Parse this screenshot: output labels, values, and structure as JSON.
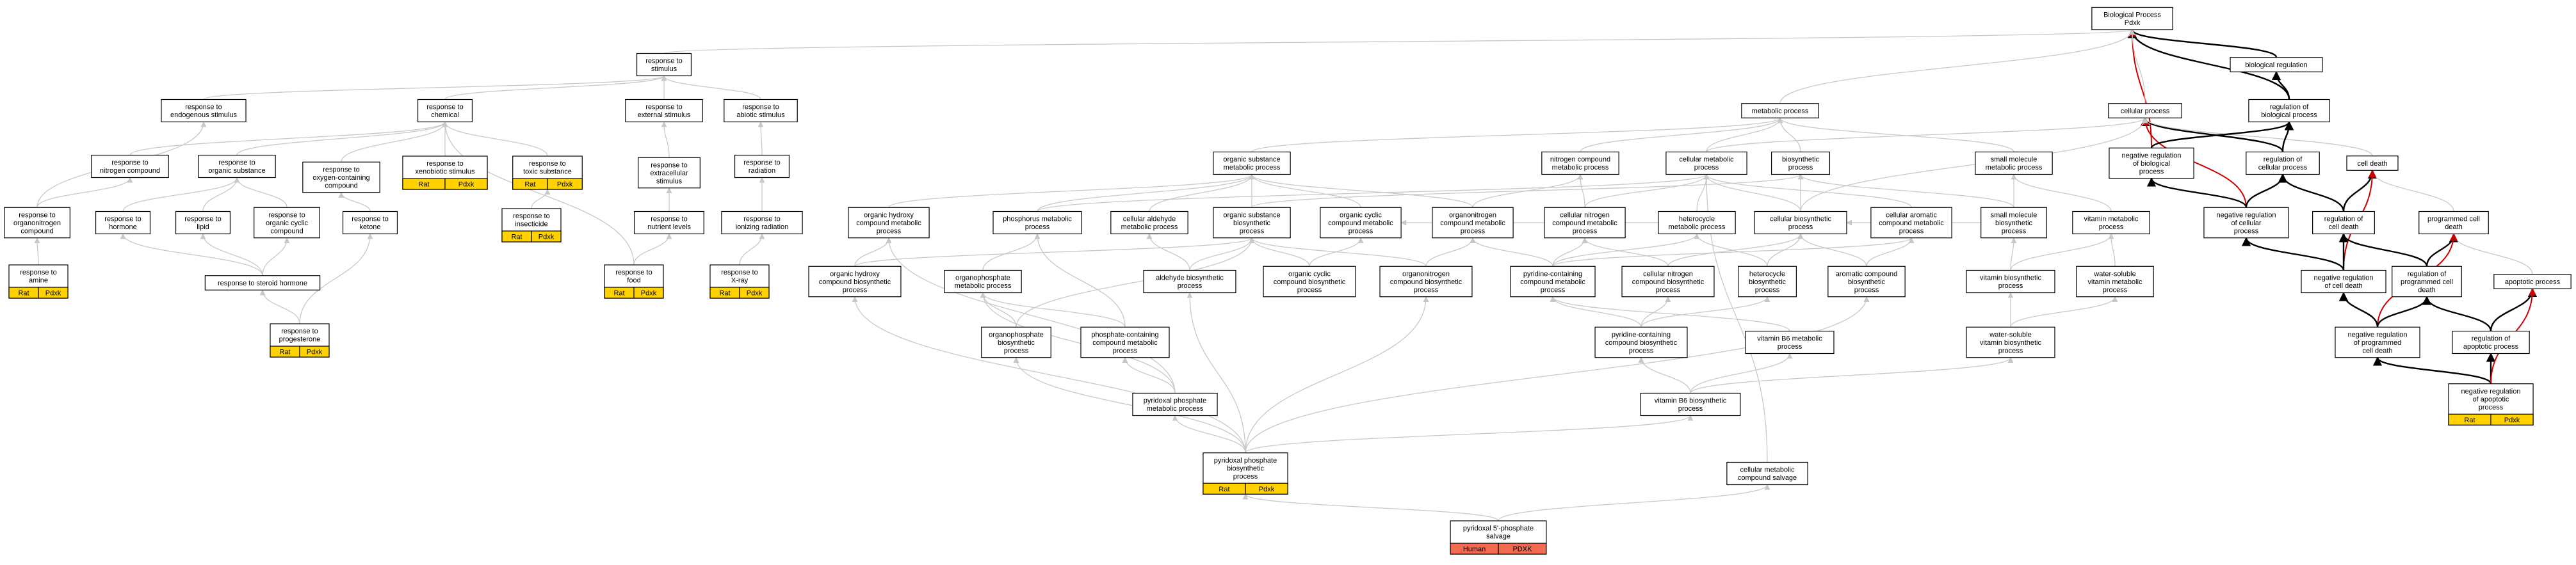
{
  "colors": {
    "border": "#000000",
    "node_fill": "#ffffff",
    "edge_gray": "#c8c8c8",
    "edge_black": "#000000",
    "edge_red": "#cc0000",
    "badge_yellow": "#ffd200",
    "badge_red": "#f26a4f"
  },
  "nodes": [
    {
      "id": "bp",
      "lines": [
        "Biological Process",
        "Pdxk"
      ]
    },
    {
      "id": "biolreg",
      "lines": [
        "biological regulation"
      ]
    },
    {
      "id": "cellproc",
      "lines": [
        "cellular process"
      ]
    },
    {
      "id": "regbio",
      "lines": [
        "regulation of",
        "biological process"
      ]
    },
    {
      "id": "metab",
      "lines": [
        "metabolic process"
      ]
    },
    {
      "id": "resp",
      "lines": [
        "response to",
        "stimulus"
      ]
    },
    {
      "id": "respendo",
      "lines": [
        "response to",
        "endogenous stimulus"
      ]
    },
    {
      "id": "respchem",
      "lines": [
        "response to",
        "chemical"
      ]
    },
    {
      "id": "respext",
      "lines": [
        "response to",
        "external stimulus"
      ]
    },
    {
      "id": "respabio",
      "lines": [
        "response to",
        "abiotic stimulus"
      ]
    },
    {
      "id": "respnitro",
      "lines": [
        "response to",
        "nitrogen compound"
      ]
    },
    {
      "id": "resporgsub",
      "lines": [
        "response to",
        "organic substance"
      ]
    },
    {
      "id": "respoxy",
      "lines": [
        "response to",
        "oxygen-containing",
        "compound"
      ]
    },
    {
      "id": "respxeno",
      "lines": [
        "response to",
        "xenobiotic stimulus"
      ],
      "badges": [
        "Rat",
        "Pdxk"
      ]
    },
    {
      "id": "resptox",
      "lines": [
        "response to",
        "toxic substance"
      ],
      "badges": [
        "Rat",
        "Pdxk"
      ]
    },
    {
      "id": "respextstim",
      "lines": [
        "response to",
        "extracellular",
        "stimulus"
      ]
    },
    {
      "id": "resprad",
      "lines": [
        "response to",
        "radiation"
      ]
    },
    {
      "id": "resporgnitro",
      "lines": [
        "response to",
        "organonitrogen",
        "compound"
      ]
    },
    {
      "id": "resphorm",
      "lines": [
        "response to",
        "hormone"
      ]
    },
    {
      "id": "resplipid",
      "lines": [
        "response to",
        "lipid"
      ]
    },
    {
      "id": "resporgcyc",
      "lines": [
        "response to",
        "organic cyclic",
        "compound"
      ]
    },
    {
      "id": "respket",
      "lines": [
        "response to",
        "ketone"
      ]
    },
    {
      "id": "respinsect",
      "lines": [
        "response to",
        "insecticide"
      ],
      "badges": [
        "Rat",
        "Pdxk"
      ]
    },
    {
      "id": "respnutr",
      "lines": [
        "response to",
        "nutrient levels"
      ]
    },
    {
      "id": "respionrad",
      "lines": [
        "response to",
        "ionizing radiation"
      ]
    },
    {
      "id": "respamine",
      "lines": [
        "response to",
        "amine"
      ],
      "badges": [
        "Rat",
        "Pdxk"
      ]
    },
    {
      "id": "respster",
      "lines": [
        "response to steroid hormone"
      ]
    },
    {
      "id": "respprog",
      "lines": [
        "response to",
        "progesterone"
      ],
      "badges": [
        "Rat",
        "Pdxk"
      ]
    },
    {
      "id": "respfood",
      "lines": [
        "response to",
        "food"
      ],
      "badges": [
        "Rat",
        "Pdxk"
      ]
    },
    {
      "id": "respxray",
      "lines": [
        "response to",
        "X-ray"
      ],
      "badges": [
        "Rat",
        "Pdxk"
      ]
    },
    {
      "id": "orgsubmet",
      "lines": [
        "organic substance",
        "metabolic process"
      ]
    },
    {
      "id": "nitrocompmet",
      "lines": [
        "nitrogen compound",
        "metabolic process"
      ]
    },
    {
      "id": "cellmet",
      "lines": [
        "cellular metabolic",
        "process"
      ]
    },
    {
      "id": "biosyn",
      "lines": [
        "biosynthetic",
        "process"
      ]
    },
    {
      "id": "smallmol",
      "lines": [
        "small molecule",
        "metabolic process"
      ]
    },
    {
      "id": "neghbio",
      "lines": [
        "negative regulation",
        "of biological",
        "process"
      ]
    },
    {
      "id": "regcell",
      "lines": [
        "regulation of",
        "cellular process"
      ]
    },
    {
      "id": "celldeath",
      "lines": [
        "cell death"
      ]
    },
    {
      "id": "orghydmet",
      "lines": [
        "organic hydroxy",
        "compound metabolic",
        "process"
      ]
    },
    {
      "id": "phosmet",
      "lines": [
        "phosphorus metabolic",
        "process"
      ]
    },
    {
      "id": "cellald",
      "lines": [
        "cellular aldehyde",
        "metabolic process"
      ]
    },
    {
      "id": "orgsubbio",
      "lines": [
        "organic substance",
        "biosynthetic",
        "process"
      ]
    },
    {
      "id": "orgcycmet",
      "lines": [
        "organic cyclic",
        "compound metabolic",
        "process"
      ]
    },
    {
      "id": "organonitmet",
      "lines": [
        "organonitrogen",
        "compound metabolic",
        "process"
      ]
    },
    {
      "id": "cellnitmet",
      "lines": [
        "cellular nitrogen",
        "compound metabolic",
        "process"
      ]
    },
    {
      "id": "hetmet",
      "lines": [
        "heterocycle",
        "metabolic process"
      ]
    },
    {
      "id": "cellbio",
      "lines": [
        "cellular biosynthetic",
        "process"
      ]
    },
    {
      "id": "cellarom",
      "lines": [
        "cellular aromatic",
        "compound metabolic",
        "process"
      ]
    },
    {
      "id": "smallmolbio",
      "lines": [
        "small molecule",
        "biosynthetic",
        "process"
      ]
    },
    {
      "id": "vitmet",
      "lines": [
        "vitamin metabolic",
        "process"
      ]
    },
    {
      "id": "negcell",
      "lines": [
        "negative regulation",
        "of cellular",
        "process"
      ]
    },
    {
      "id": "regcd",
      "lines": [
        "regulation of",
        "cell death"
      ]
    },
    {
      "id": "pcd",
      "lines": [
        "programmed cell",
        "death"
      ]
    },
    {
      "id": "orghydbio",
      "lines": [
        "organic hydroxy",
        "compound biosynthetic",
        "process"
      ]
    },
    {
      "id": "orgphosmet",
      "lines": [
        "organophosphate",
        "metabolic process"
      ]
    },
    {
      "id": "aldbio",
      "lines": [
        "aldehyde biosynthetic",
        "process"
      ]
    },
    {
      "id": "orgcycbio",
      "lines": [
        "organic cyclic",
        "compound biosynthetic",
        "process"
      ]
    },
    {
      "id": "organonitbio",
      "lines": [
        "organonitrogen",
        "compound biosynthetic",
        "process"
      ]
    },
    {
      "id": "pyrmet",
      "lines": [
        "pyridine-containing",
        "compound metabolic",
        "process"
      ]
    },
    {
      "id": "cellnitbio",
      "lines": [
        "cellular nitrogen",
        "compound biosynthetic",
        "process"
      ]
    },
    {
      "id": "hetbio",
      "lines": [
        "heterocycle",
        "biosynthetic",
        "process"
      ]
    },
    {
      "id": "arombio",
      "lines": [
        "aromatic compound",
        "biosynthetic",
        "process"
      ]
    },
    {
      "id": "vitbio",
      "lines": [
        "vitamin biosynthetic",
        "process"
      ]
    },
    {
      "id": "wsvitmet",
      "lines": [
        "water-soluble",
        "vitamin metabolic",
        "process"
      ]
    },
    {
      "id": "negcd",
      "lines": [
        "negative regulation",
        "of cell death"
      ]
    },
    {
      "id": "regpcd",
      "lines": [
        "regulation of",
        "programmed cell",
        "death"
      ]
    },
    {
      "id": "apop",
      "lines": [
        "apoptotic process"
      ]
    },
    {
      "id": "orgphosbio",
      "lines": [
        "organophosphate",
        "biosynthetic",
        "process"
      ]
    },
    {
      "id": "phoscontmet",
      "lines": [
        "phosphate-containing",
        "compound metabolic",
        "process"
      ]
    },
    {
      "id": "pyrbio",
      "lines": [
        "pyridine-containing",
        "compound biosynthetic",
        "process"
      ]
    },
    {
      "id": "vb6met",
      "lines": [
        "vitamin B6 metabolic",
        "process"
      ]
    },
    {
      "id": "wsvitbio",
      "lines": [
        "water-soluble",
        "vitamin biosynthetic",
        "process"
      ]
    },
    {
      "id": "negpcd",
      "lines": [
        "negative regulation",
        "of programmed",
        "cell death"
      ]
    },
    {
      "id": "regapop",
      "lines": [
        "regulation of",
        "apoptotic process"
      ]
    },
    {
      "id": "pyrphosmet",
      "lines": [
        "pyridoxal phosphate",
        "metabolic process"
      ]
    },
    {
      "id": "vb6bio",
      "lines": [
        "vitamin B6 biosynthetic",
        "process"
      ]
    },
    {
      "id": "negapop",
      "lines": [
        "negative regulation",
        "of apoptotic",
        "process"
      ],
      "badges": [
        "Rat",
        "Pdxk"
      ]
    },
    {
      "id": "pyrphosbio",
      "lines": [
        "pyridoxal phosphate",
        "biosynthetic",
        "process"
      ],
      "badges": [
        "Rat",
        "Pdxk"
      ]
    },
    {
      "id": "cellsalv",
      "lines": [
        "cellular metabolic",
        "compound salvage"
      ]
    },
    {
      "id": "salvage",
      "lines": [
        "pyridoxal 5'-phosphate",
        "salvage"
      ],
      "badges": [
        "Human",
        "PDXK"
      ],
      "badge_color": "red"
    }
  ],
  "edges": [
    [
      "biolreg",
      "bp",
      "black"
    ],
    [
      "regbio",
      "bp",
      "black"
    ],
    [
      "neghbio",
      "bp",
      "red"
    ],
    [
      "cellproc",
      "bp",
      "gray"
    ],
    [
      "metab",
      "bp",
      "gray"
    ],
    [
      "resp",
      "bp",
      "gray"
    ],
    [
      "regbio",
      "biolreg",
      "black"
    ],
    [
      "regcell",
      "cellproc",
      "black"
    ],
    [
      "negcell",
      "cellproc",
      "red"
    ],
    [
      "cellmet",
      "cellproc",
      "gray"
    ],
    [
      "cellbio",
      "cellproc",
      "gray"
    ],
    [
      "celldeath",
      "cellproc",
      "gray"
    ],
    [
      "regcell",
      "regbio",
      "black"
    ],
    [
      "neghbio",
      "regbio",
      "black"
    ],
    [
      "orgsubmet",
      "metab",
      "gray"
    ],
    [
      "nitrocompmet",
      "metab",
      "gray"
    ],
    [
      "cellmet",
      "metab",
      "gray"
    ],
    [
      "biosyn",
      "metab",
      "gray"
    ],
    [
      "smallmol",
      "metab",
      "gray"
    ],
    [
      "respendo",
      "resp",
      "gray"
    ],
    [
      "respchem",
      "resp",
      "gray"
    ],
    [
      "respext",
      "resp",
      "gray"
    ],
    [
      "respabio",
      "resp",
      "gray"
    ],
    [
      "resporgnitro",
      "respendo",
      "gray"
    ],
    [
      "respnitro",
      "respchem",
      "gray"
    ],
    [
      "resporgsub",
      "respchem",
      "gray"
    ],
    [
      "respoxy",
      "respchem",
      "gray"
    ],
    [
      "respxeno",
      "respchem",
      "gray"
    ],
    [
      "resptox",
      "respchem",
      "gray"
    ],
    [
      "respfood",
      "respchem",
      "gray"
    ],
    [
      "respextstim",
      "respext",
      "gray"
    ],
    [
      "resprad",
      "respabio",
      "gray"
    ],
    [
      "resporgnitro",
      "respnitro",
      "gray"
    ],
    [
      "resphorm",
      "resporgsub",
      "gray"
    ],
    [
      "resplipid",
      "resporgsub",
      "gray"
    ],
    [
      "resporgcyc",
      "resporgsub",
      "gray"
    ],
    [
      "respket",
      "respoxy",
      "gray"
    ],
    [
      "respinsect",
      "resptox",
      "gray"
    ],
    [
      "respnutr",
      "respextstim",
      "gray"
    ],
    [
      "respionrad",
      "resprad",
      "gray"
    ],
    [
      "respamine",
      "resporgnitro",
      "gray"
    ],
    [
      "respster",
      "resphorm",
      "gray"
    ],
    [
      "respster",
      "resplipid",
      "gray"
    ],
    [
      "respster",
      "resporgcyc",
      "gray"
    ],
    [
      "respprog",
      "respster",
      "gray"
    ],
    [
      "respprog",
      "respket",
      "gray"
    ],
    [
      "respfood",
      "respnutr",
      "gray"
    ],
    [
      "respxray",
      "respionrad",
      "gray"
    ],
    [
      "orghydmet",
      "orgsubmet",
      "gray"
    ],
    [
      "orgsubbio",
      "orgsubmet",
      "gray"
    ],
    [
      "orgcycmet",
      "orgsubmet",
      "gray"
    ],
    [
      "organonitmet",
      "orgsubmet",
      "gray"
    ],
    [
      "phosmet",
      "orgsubmet",
      "gray"
    ],
    [
      "cellald",
      "orgsubmet",
      "gray"
    ],
    [
      "organonitmet",
      "nitrocompmet",
      "gray"
    ],
    [
      "cellnitmet",
      "nitrocompmet",
      "gray"
    ],
    [
      "cellnitmet",
      "cellmet",
      "gray"
    ],
    [
      "hetmet",
      "cellmet",
      "gray"
    ],
    [
      "cellbio",
      "cellmet",
      "gray"
    ],
    [
      "cellarom",
      "cellmet",
      "gray"
    ],
    [
      "phosmet",
      "cellmet",
      "gray"
    ],
    [
      "cellsalv",
      "cellmet",
      "gray"
    ],
    [
      "cellbio",
      "biosyn",
      "gray"
    ],
    [
      "orgsubbio",
      "biosyn",
      "gray"
    ],
    [
      "smallmolbio",
      "biosyn",
      "gray"
    ],
    [
      "smallmolbio",
      "smallmol",
      "gray"
    ],
    [
      "vitmet",
      "smallmol",
      "gray"
    ],
    [
      "negcell",
      "neghbio",
      "black"
    ],
    [
      "negcell",
      "regcell",
      "black"
    ],
    [
      "regcd",
      "regcell",
      "black"
    ],
    [
      "regcd",
      "celldeath",
      "black"
    ],
    [
      "pcd",
      "celldeath",
      "gray"
    ],
    [
      "negcd",
      "celldeath",
      "red"
    ],
    [
      "orghydbio",
      "orghydmet",
      "gray"
    ],
    [
      "orgphosmet",
      "phosmet",
      "gray"
    ],
    [
      "phoscontmet",
      "phosmet",
      "gray"
    ],
    [
      "aldbio",
      "cellald",
      "gray"
    ],
    [
      "orghydbio",
      "orgsubbio",
      "gray"
    ],
    [
      "aldbio",
      "orgsubbio",
      "gray"
    ],
    [
      "orgcycbio",
      "orgsubbio",
      "gray"
    ],
    [
      "organonitbio",
      "orgsubbio",
      "gray"
    ],
    [
      "orgphosbio",
      "orgsubbio",
      "gray"
    ],
    [
      "orgcycbio",
      "orgcycmet",
      "gray"
    ],
    [
      "hetmet",
      "orgcycmet",
      "gray"
    ],
    [
      "organonitbio",
      "organonitmet",
      "gray"
    ],
    [
      "pyrmet",
      "organonitmet",
      "gray"
    ],
    [
      "cellnitbio",
      "cellnitmet",
      "gray"
    ],
    [
      "pyrmet",
      "cellnitmet",
      "gray"
    ],
    [
      "hetbio",
      "hetmet",
      "gray"
    ],
    [
      "pyrmet",
      "hetmet",
      "gray"
    ],
    [
      "cellnitbio",
      "cellbio",
      "gray"
    ],
    [
      "hetbio",
      "cellbio",
      "gray"
    ],
    [
      "arombio",
      "cellbio",
      "gray"
    ],
    [
      "smallmolbio",
      "cellbio",
      "gray"
    ],
    [
      "arombio",
      "cellarom",
      "gray"
    ],
    [
      "pyrmet",
      "cellarom",
      "gray"
    ],
    [
      "vitbio",
      "smallmolbio",
      "gray"
    ],
    [
      "vitbio",
      "vitmet",
      "gray"
    ],
    [
      "wsvitmet",
      "vitmet",
      "gray"
    ],
    [
      "negcd",
      "negcell",
      "black"
    ],
    [
      "negcd",
      "regcd",
      "black"
    ],
    [
      "regpcd",
      "regcd",
      "black"
    ],
    [
      "regpcd",
      "pcd",
      "black"
    ],
    [
      "apop",
      "pcd",
      "gray"
    ],
    [
      "negpcd",
      "pcd",
      "red"
    ],
    [
      "orgphosbio",
      "orgphosmet",
      "gray"
    ],
    [
      "phoscontmet",
      "orgphosmet",
      "gray"
    ],
    [
      "pyrbio",
      "pyrmet",
      "gray"
    ],
    [
      "vb6met",
      "pyrmet",
      "gray"
    ],
    [
      "pyrbio",
      "cellnitbio",
      "gray"
    ],
    [
      "pyrbio",
      "hetbio",
      "gray"
    ],
    [
      "wsvitbio",
      "vitbio",
      "gray"
    ],
    [
      "wsvitbio",
      "wsvitmet",
      "gray"
    ],
    [
      "negpcd",
      "negcd",
      "black"
    ],
    [
      "negpcd",
      "regpcd",
      "black"
    ],
    [
      "regapop",
      "regpcd",
      "black"
    ],
    [
      "regapop",
      "apop",
      "black"
    ],
    [
      "negapop",
      "regapop",
      "black"
    ],
    [
      "negapop",
      "negpcd",
      "black"
    ],
    [
      "negapop",
      "apop",
      "red"
    ],
    [
      "pyrphosmet",
      "orgphosmet",
      "gray"
    ],
    [
      "pyrphosmet",
      "phoscontmet",
      "gray"
    ],
    [
      "pyrphosmet",
      "orghydmet",
      "gray"
    ],
    [
      "vb6bio",
      "vb6met",
      "gray"
    ],
    [
      "vb6bio",
      "pyrbio",
      "gray"
    ],
    [
      "vb6bio",
      "wsvitbio",
      "gray"
    ],
    [
      "pyrphosbio",
      "pyrphosmet",
      "gray"
    ],
    [
      "pyrphosbio",
      "orghydbio",
      "gray"
    ],
    [
      "pyrphosbio",
      "orgphosbio",
      "gray"
    ],
    [
      "pyrphosbio",
      "aldbio",
      "gray"
    ],
    [
      "pyrphosbio",
      "vb6bio",
      "gray"
    ],
    [
      "pyrphosbio",
      "arombio",
      "gray"
    ],
    [
      "pyrphosbio",
      "organonitbio",
      "gray"
    ],
    [
      "salvage",
      "pyrphosbio",
      "gray"
    ],
    [
      "salvage",
      "cellsalv",
      "gray"
    ]
  ]
}
